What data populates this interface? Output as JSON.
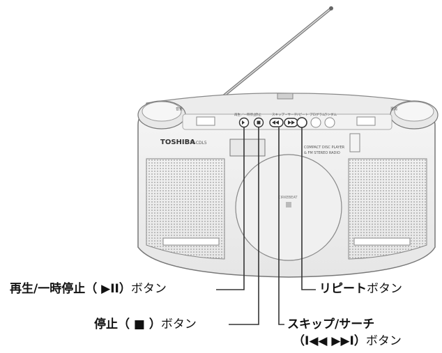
{
  "device": {
    "brand": "TOSHIBA",
    "model": "TY-CDL5",
    "cd_logo": "CIRKEBEAT",
    "panel_line1": "COMPACT DISC PLAYER",
    "panel_line2": "& FM STEREO RADIO",
    "small_label_volume": "音量",
    "small_label_tuning": "選局",
    "small_label_play": "再生／一時停止",
    "small_label_stop": "停止",
    "small_label_skip": "スキップ・サーチ",
    "small_label_repeat": "リピート",
    "small_label_program": "プログラム",
    "small_label_random": "ランダム"
  },
  "callouts": {
    "play_pause": {
      "bold": "再生/一時停止（ ▶II）",
      "suffix": "ボタン"
    },
    "stop": {
      "bold": "停止（ ■ ）",
      "suffix": "ボタン"
    },
    "repeat": {
      "bold": "リピート",
      "suffix": "ボタン"
    },
    "skip_line1": {
      "bold": "スキップ/サーチ",
      "suffix": ""
    },
    "skip_line2": {
      "bold": "（I◀◀  ▶▶I）",
      "suffix": "ボタン"
    }
  }
}
